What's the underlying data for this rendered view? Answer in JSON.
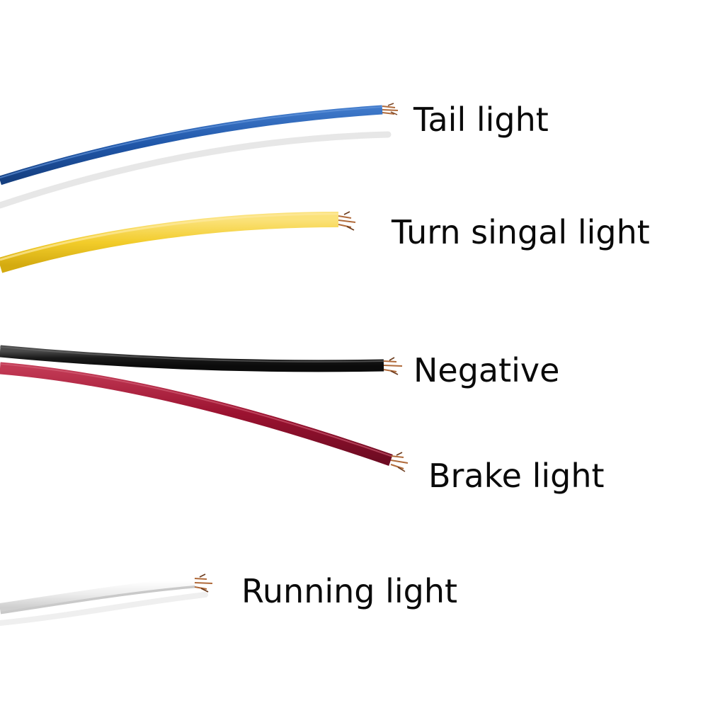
{
  "wires": [
    {
      "id": "blue",
      "color_name": "blue",
      "color": "#1f56a8",
      "label": "Tail light"
    },
    {
      "id": "yellow",
      "color_name": "yellow",
      "color": "#f2cc2a",
      "label": "Turn singal light"
    },
    {
      "id": "black",
      "color_name": "black",
      "color": "#161616",
      "label": "Negative"
    },
    {
      "id": "red",
      "color_name": "red",
      "color": "#9b1230",
      "label": "Brake light"
    },
    {
      "id": "white",
      "color_name": "white",
      "color": "#ececec",
      "label": "Running light"
    }
  ],
  "colors": {
    "background": "#ffffff",
    "label_text": "#0a0a0a",
    "copper": "#b06a3a"
  }
}
